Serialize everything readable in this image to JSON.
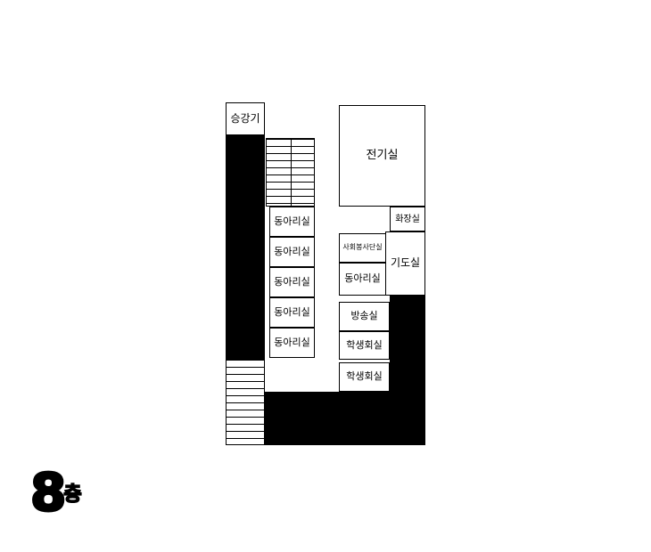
{
  "floor_label": {
    "number": "8",
    "suffix": "층"
  },
  "colors": {
    "wall": "#000000",
    "background": "#ffffff"
  },
  "rooms": {
    "elevator": "승강기",
    "electrical": "전기실",
    "restroom": "화장실",
    "social_service": "사회봉사단실",
    "prayer": "기도실",
    "club_left_1": "동아리실",
    "club_left_2": "동아리실",
    "club_left_3": "동아리실",
    "club_left_4": "동아리실",
    "club_left_5": "동아리실",
    "club_right": "동아리실",
    "broadcast": "방송실",
    "student_council_1": "학생회실",
    "student_council_2": "학생회실"
  }
}
